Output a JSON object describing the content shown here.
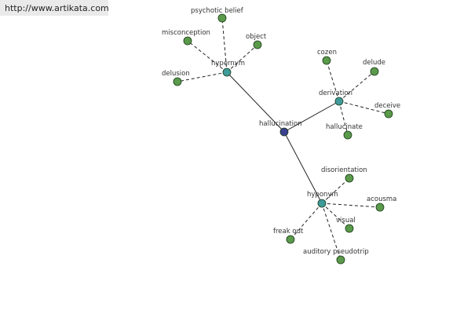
{
  "watermark": {
    "url": "http://www.artikata.com"
  },
  "colors": {
    "center": "#3a3f8f",
    "relation": "#3f9a9a",
    "leaf": "#5a9a4a",
    "edge": "#222222"
  },
  "graph": {
    "center": {
      "id": "hallucination",
      "label": "hallucination"
    },
    "relations": [
      {
        "id": "hypernym",
        "label": "hypernym",
        "leaves": [
          {
            "id": "psychotic-belief",
            "label": "psychotic belief"
          },
          {
            "id": "misconception",
            "label": "misconception"
          },
          {
            "id": "object",
            "label": "object"
          },
          {
            "id": "delusion",
            "label": "delusion"
          }
        ]
      },
      {
        "id": "derivation",
        "label": "derivation",
        "leaves": [
          {
            "id": "cozen",
            "label": "cozen"
          },
          {
            "id": "delude",
            "label": "delude"
          },
          {
            "id": "deceive",
            "label": "deceive"
          },
          {
            "id": "hallucinate",
            "label": "hallucinate"
          }
        ]
      },
      {
        "id": "hyponym",
        "label": "hyponym",
        "leaves": [
          {
            "id": "disorientation",
            "label": "disorientation"
          },
          {
            "id": "acousma",
            "label": "acousma"
          },
          {
            "id": "visual",
            "label": "visual"
          },
          {
            "id": "freak-out",
            "label": "freak out"
          },
          {
            "id": "auditory-pseudotrip",
            "label": "auditory pseudotrip"
          }
        ]
      }
    ]
  }
}
